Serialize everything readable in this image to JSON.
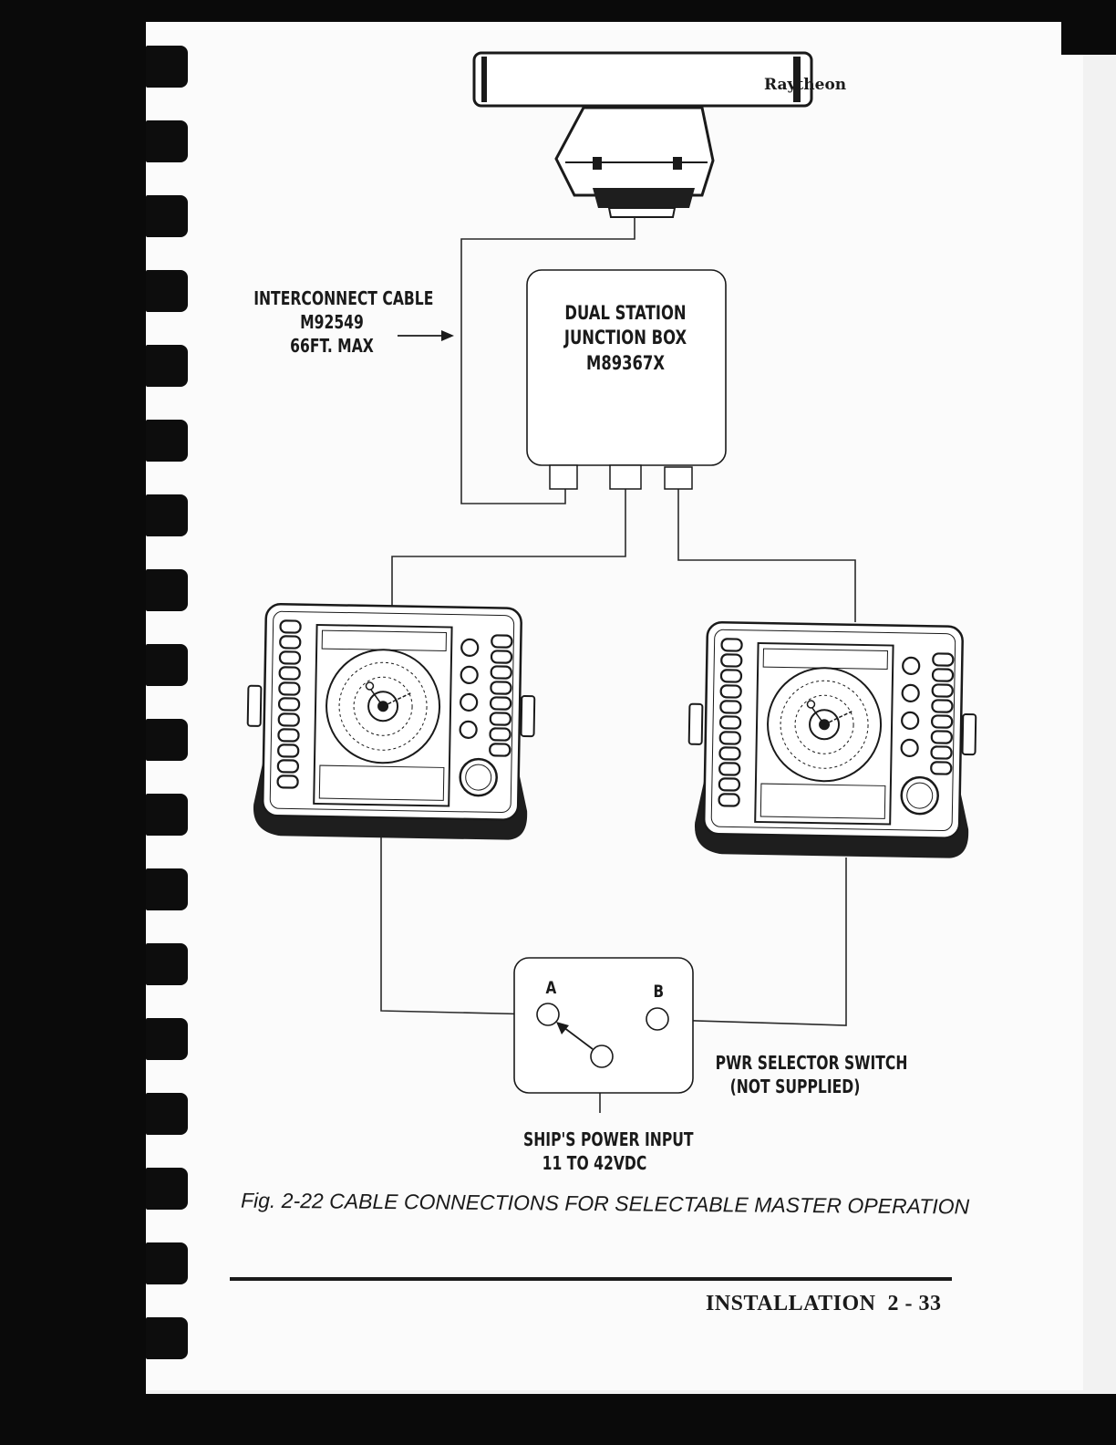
{
  "radar_brand": "Raytheon",
  "interconnect": {
    "line1": "INTERCONNECT CABLE",
    "line2": "M92549",
    "line3": "66FT. MAX"
  },
  "junction_box": {
    "line1": "DUAL STATION",
    "line2": "JUNCTION BOX",
    "line3": "M89367X"
  },
  "switch": {
    "a_label": "A",
    "b_label": "B"
  },
  "pwr_selector": {
    "line1": "PWR SELECTOR SWITCH",
    "line2": "(NOT SUPPLIED)"
  },
  "ships_power": {
    "line1": "SHIP'S POWER INPUT",
    "line2": "11 TO 42VDC"
  },
  "caption": "Fig. 2-22 CABLE CONNECTIONS FOR SELECTABLE MASTER OPERATION",
  "footer": {
    "section": "INSTALLATION",
    "page": "2 - 33"
  }
}
